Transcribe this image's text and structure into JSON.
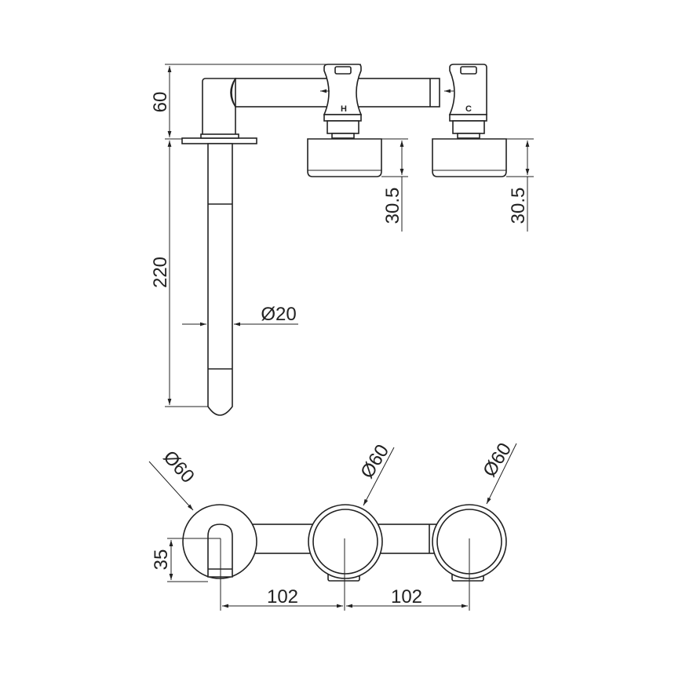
{
  "drawing": {
    "side_view": {
      "dim_height_top": "60",
      "dim_spout_length": "220",
      "dim_spout_diameter": "Ø20",
      "dim_handle_height_hot": "30.5",
      "dim_handle_height_cold": "30.5",
      "label_hot": "H",
      "label_cold": "C"
    },
    "front_view": {
      "dim_spout_plate_diameter": "Ø60",
      "dim_hot_handle_diameter": "Ø60",
      "dim_cold_handle_diameter": "Ø60",
      "dim_spout_offset": "35",
      "dim_spacing_left": "102",
      "dim_spacing_right": "102"
    },
    "colors": {
      "line": "#222222",
      "background": "#ffffff"
    }
  }
}
